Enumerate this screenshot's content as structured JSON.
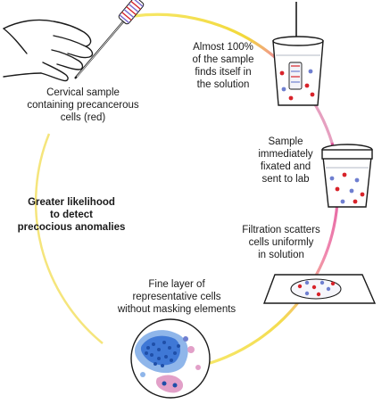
{
  "steps": [
    {
      "lines": [
        "Cervical sample",
        "containing precancerous",
        "cells (red)"
      ]
    },
    {
      "lines": [
        "Almost 100%",
        "of the sample",
        "finds itself in",
        "the solution"
      ]
    },
    {
      "lines": [
        "Sample",
        "immediately",
        "fixated and",
        "sent to lab"
      ]
    },
    {
      "lines": [
        "Filtration scatters",
        "cells uniformly",
        "in solution"
      ]
    },
    {
      "lines": [
        "Fine layer of",
        "representative cells",
        "without masking elements"
      ]
    }
  ],
  "conclusion": {
    "lines": [
      "Greater likelihood",
      "to detect",
      "precocious anomalies"
    ]
  },
  "colors": {
    "cycle_yellow": "#f2dc3a",
    "cycle_pink": "#e0509a",
    "abnormal_cell": "#d8232a",
    "normal_cell": "#6f7fd0",
    "stain_blue": "#2f6fd0"
  },
  "icons": [
    "hand-with-brush-icon",
    "vial-with-brush-icon",
    "sealed-vial-icon",
    "microscope-slide-icon",
    "microscope-view-icon"
  ]
}
